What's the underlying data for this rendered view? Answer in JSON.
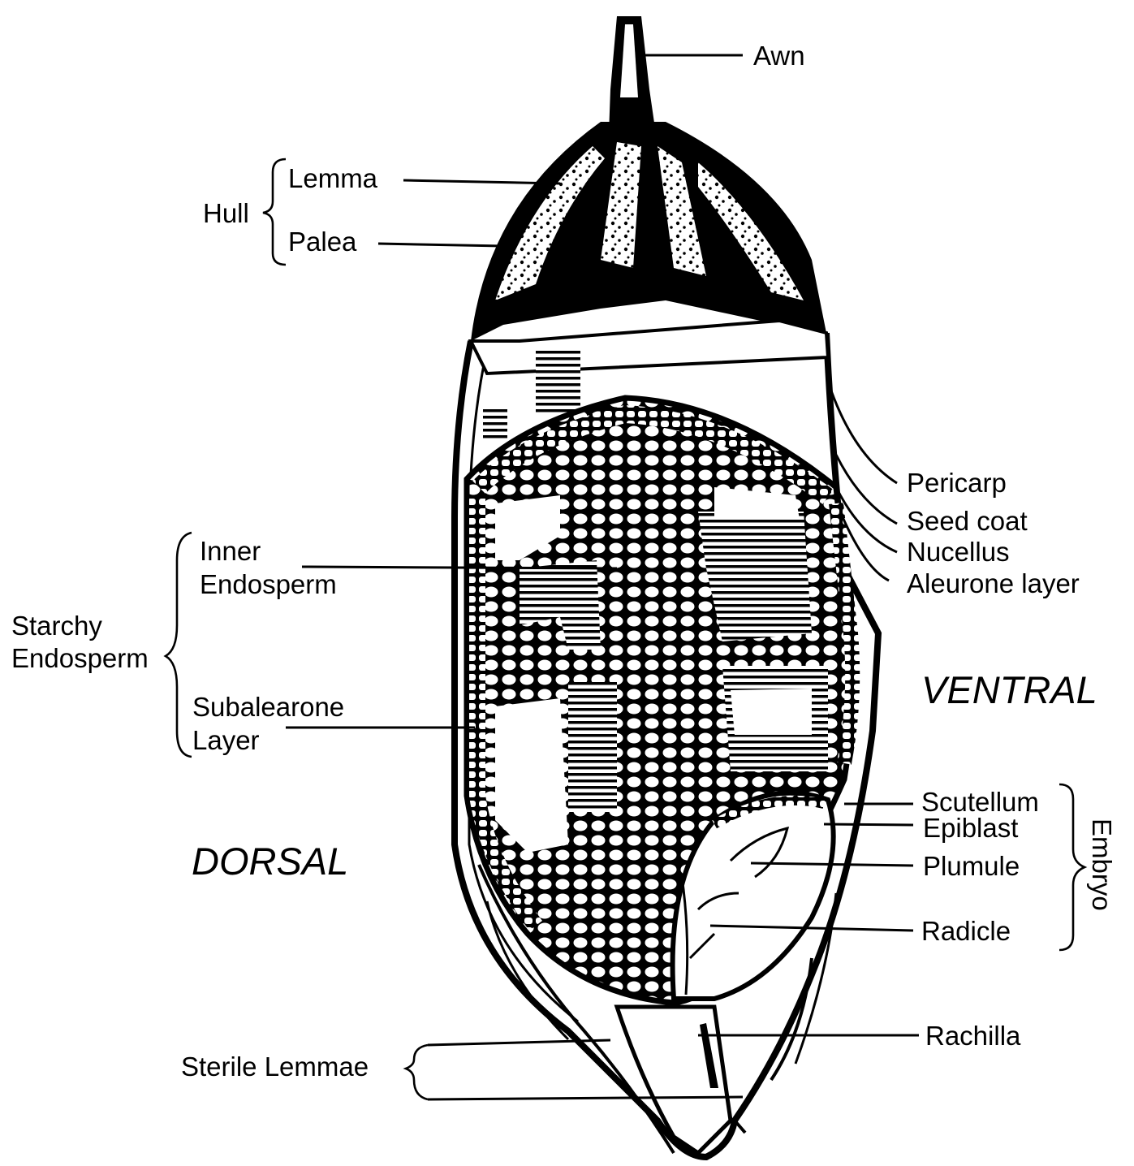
{
  "labels": {
    "awn": "Awn",
    "hull": "Hull",
    "lemma": "Lemma",
    "palea": "Palea",
    "pericarp": "Pericarp",
    "seed_coat": "Seed coat",
    "nucellus": "Nucellus",
    "aleurone_layer": "Aleurone layer",
    "inner_endosperm_1": "Inner",
    "inner_endosperm_2": "Endosperm",
    "starchy_endosperm_1": "Starchy",
    "starchy_endosperm_2": "Endosperm",
    "subalearone_1": "Subalearone",
    "subalearone_2": "Layer",
    "ventral": "VENTRAL",
    "dorsal": "DORSAL",
    "scutellum": "Scutellum",
    "epiblast": "Epiblast",
    "plumule": "Plumule",
    "radicle": "Radicle",
    "embryo": "Embryo",
    "rachilla": "Rachilla",
    "sterile_lemmae": "Sterile Lemmae"
  },
  "colors": {
    "ink": "#000000",
    "paper": "#ffffff"
  }
}
